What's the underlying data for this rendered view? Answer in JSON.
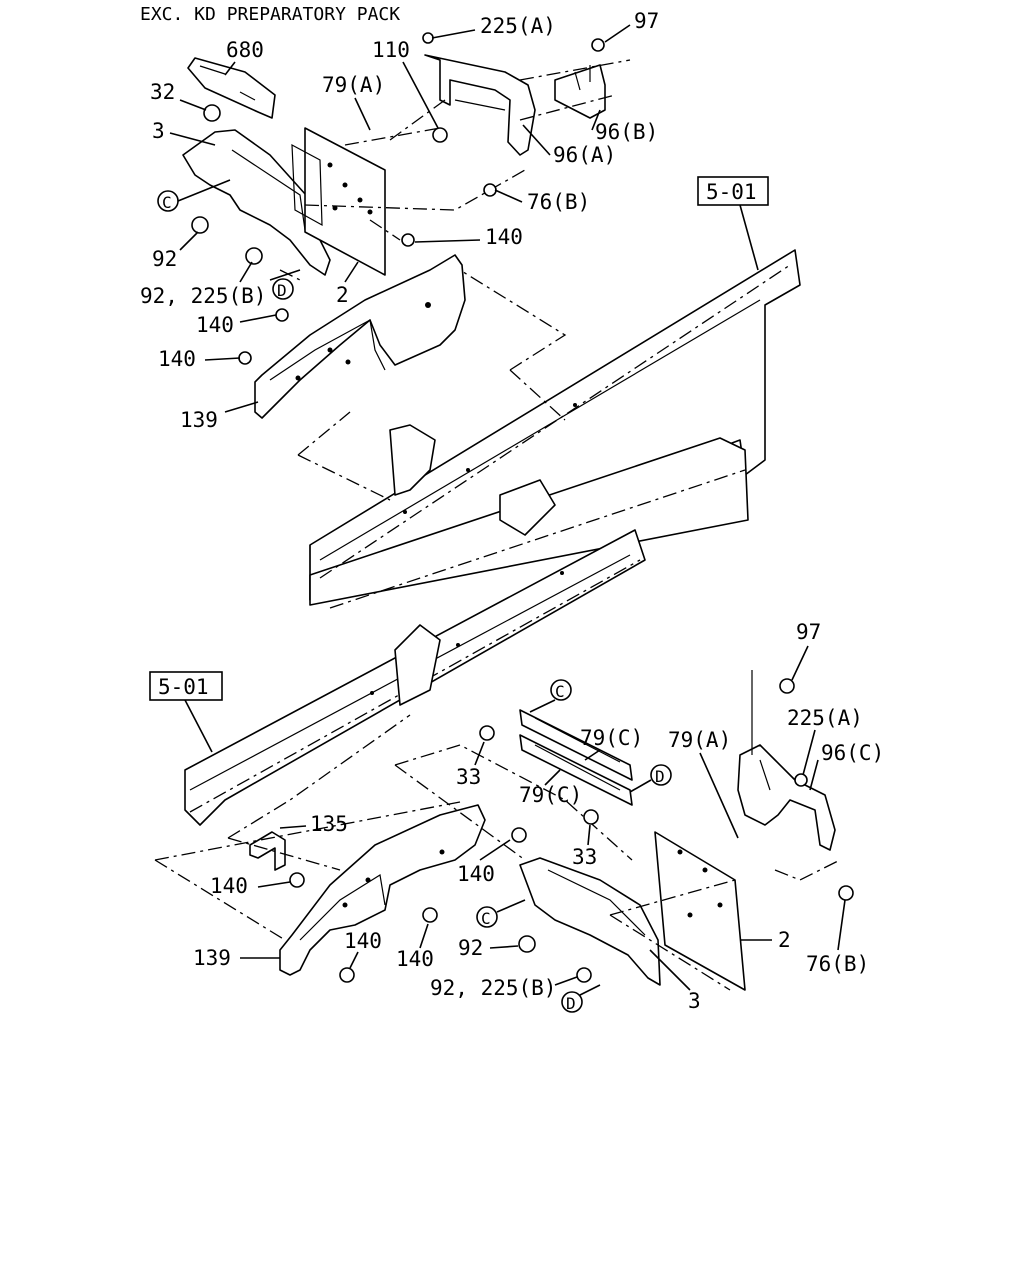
{
  "title": "EXC. KD PREPARATORY PACK",
  "refs": [
    "5-01",
    "5-01"
  ],
  "circle_markers": [
    "C",
    "D",
    "C",
    "D",
    "C",
    "D"
  ],
  "callouts_upper": [
    "225(A)",
    "97",
    "680",
    "110",
    "32",
    "79(A)",
    "3",
    "96(B)",
    "96(A)",
    "76(B)",
    "92",
    "140",
    "92, 225(B)",
    "2",
    "140",
    "140",
    "139"
  ],
  "callouts_lower": [
    "97",
    "225(A)",
    "79(C)",
    "96(C)",
    "79(A)",
    "33",
    "79(C)",
    "135",
    "33",
    "140",
    "140",
    "92",
    "140",
    "2",
    "139",
    "140",
    "92, 225(B)",
    "76(B)",
    "3"
  ]
}
